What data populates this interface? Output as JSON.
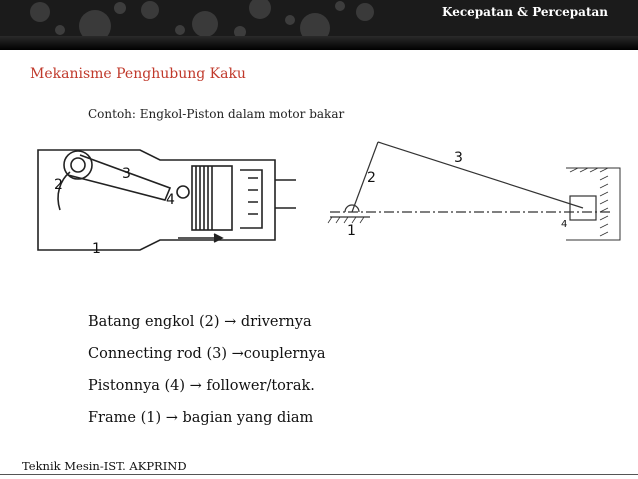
{
  "header": {
    "title": "Kecepatan & Percepatan"
  },
  "page_title": "Mekanisme Penghubung Kaku",
  "subtitle": "Contoh: Engkol-Piston dalam motor bakar",
  "figure_left_labels": {
    "crank": "2",
    "rod": "3",
    "piston": "4",
    "frame": "1"
  },
  "figure_right_labels": {
    "crank": "2",
    "rod": "3",
    "frame": "1",
    "slider": "4"
  },
  "bullets": [
    "Batang engkol (2) → drivernya",
    "Connecting rod (3) →couplernya",
    "Pistonnya (4) → follower/torak.",
    "Frame (1) → bagian yang diam"
  ],
  "footer": {
    "text": "Teknik Mesin-IST. AKPRIND"
  }
}
